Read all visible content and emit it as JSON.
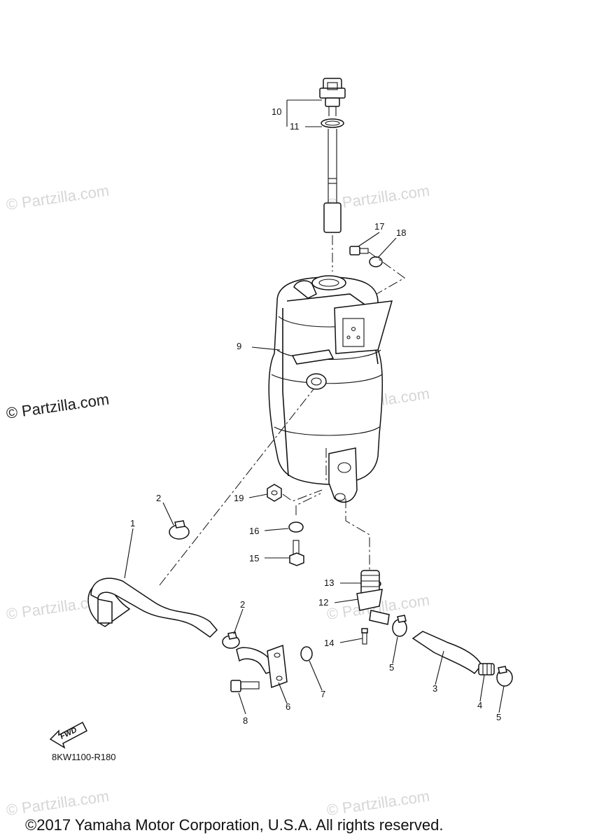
{
  "watermarks": {
    "text": "© Partzilla.com",
    "prominent_text": "© Partzilla.com"
  },
  "part_numbers": [
    "1",
    "2",
    "2",
    "3",
    "4",
    "5",
    "5",
    "6",
    "7",
    "8",
    "9",
    "10",
    "11",
    "12",
    "13",
    "14",
    "15",
    "16",
    "17",
    "18",
    "19"
  ],
  "diagram_ref": "8KW1100-R180",
  "fwd_label": "FWD",
  "copyright": "©2017 Yamaha Motor Corporation, U.S.A. All rights reserved."
}
